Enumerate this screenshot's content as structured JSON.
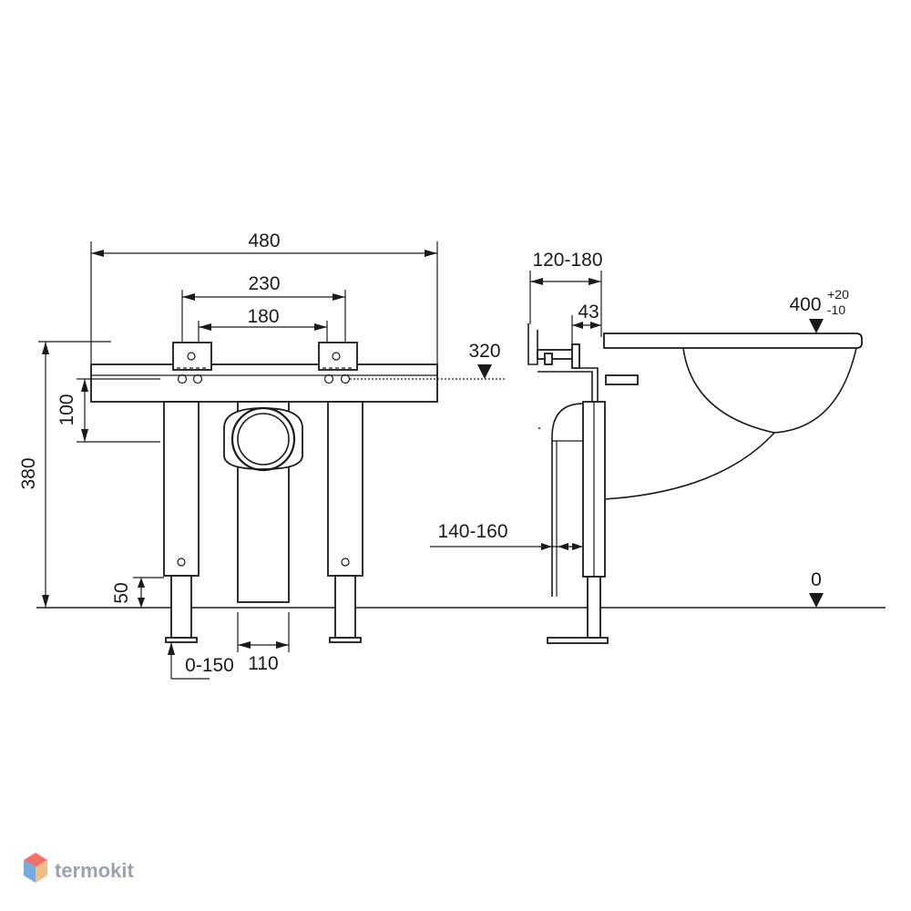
{
  "front_view": {
    "dimensions": {
      "total_width": "480",
      "mount_spacing_outer": "230",
      "mount_spacing_inner": "180",
      "outlet_height": "320",
      "frame_band_height": "100",
      "total_height": "380",
      "foot_height": "50",
      "foot_adjust": "0-150",
      "drain_width": "110"
    }
  },
  "side_view": {
    "dimensions": {
      "wall_depth": "120-180",
      "bracket_offset": "43",
      "basin_height": "400",
      "basin_tolerance_upper": "+20",
      "basin_tolerance_lower": "-10",
      "pipe_depth": "140-160",
      "floor_level": "0"
    }
  },
  "brand": {
    "name": "termokit",
    "logo_colors": [
      "#e8463a",
      "#4a8fd6",
      "#f2a65a"
    ]
  }
}
